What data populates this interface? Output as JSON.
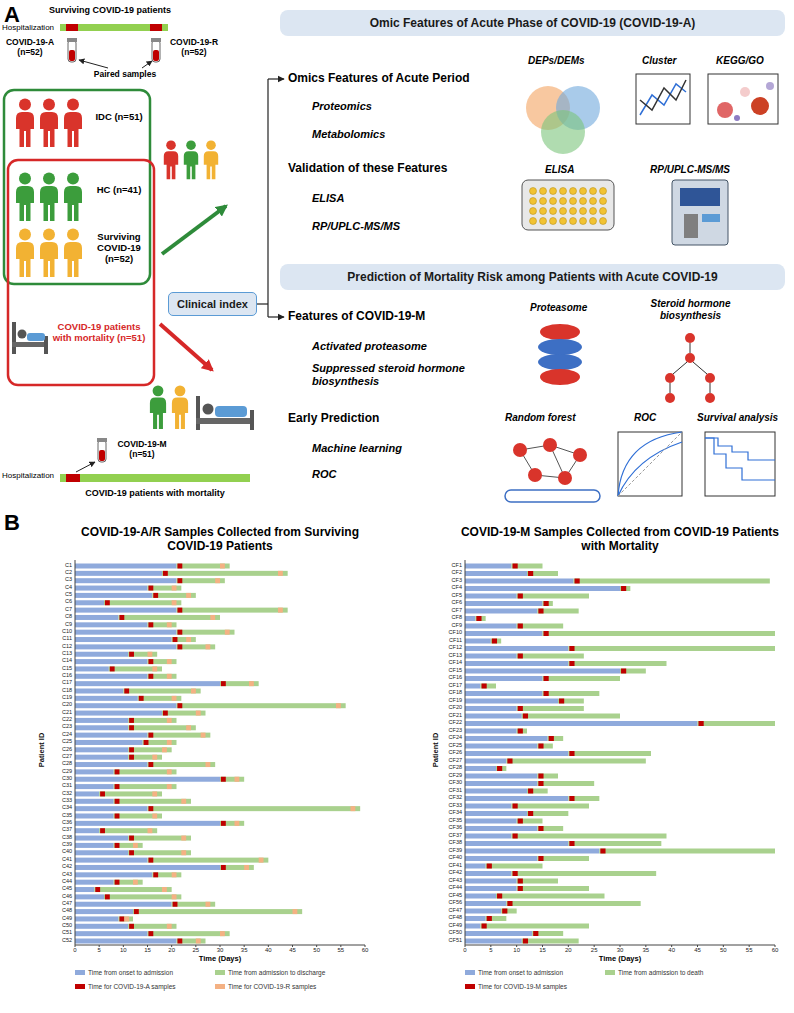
{
  "diagram": {
    "nodes": [
      {
        "text": [
          "Omic Features of Acute Phase of COVID-19 (COVID-19-A)"
        ]
      },
      {
        "text": [
          "Clinical index"
        ]
      },
      {
        "text": [
          "Prediction of Mortality Risk among Patients with Acute COVID-19"
        ]
      }
    ],
    "labels": [
      "A",
      "Surviving COVID-19 patients",
      "Hospitalization",
      "COVID-19-A (n=52)",
      "COVID-19-R (n=52)",
      "Paired samples",
      "IDC (n=51)",
      "HC (n=41)",
      "Surviving COVID-19 (n=52)",
      "COVID-19 patients with mortality (n=51)",
      "COVID-19-M (n=51)",
      "Hospitalization",
      "COVID-19 patients with mortality",
      "Omics Features of Acute Period",
      "Proteomics",
      "Metabolomics",
      "Validation of these Features",
      "ELISA",
      "RP/UPLC-MS/MS",
      "DEPs/DEMs",
      "Cluster",
      "KEGG/GO",
      "ELISA",
      "RP/UPLC-MS/MS",
      "Features of COVID-19-M",
      "Activated proteasome",
      "Suppressed steroid hormone biosynthesis",
      "Early Prediction",
      "Machine learning",
      "ROC",
      "Proteasome",
      "Steroid hormone biosynthesis",
      "Random forest",
      "ROC",
      "Survival analysis",
      "B",
      "COVID-19-A/R Samples Collected from Surviving COVID-19 Patients",
      "COVID-19-M Samples Collected from COVID-19 Patients with Mortality",
      "Patient ID",
      "Time (Days)",
      "Patient ID",
      "Time (Days)",
      "0",
      "5",
      "10",
      "15",
      "20",
      "25",
      "30",
      "35",
      "40",
      "45",
      "50",
      "55",
      "60",
      "0",
      "5",
      "10",
      "15",
      "20",
      "25",
      "30",
      "35",
      "40",
      "45",
      "50",
      "55",
      "60",
      "C1",
      "C2",
      "C3",
      "C4",
      "C5",
      "C6",
      "C7",
      "C8",
      "C9",
      "C10",
      "C11",
      "C12",
      "C13",
      "C14",
      "C15",
      "C16",
      "C17",
      "C18",
      "C19",
      "C20",
      "C21",
      "C22",
      "C23",
      "C24",
      "C25",
      "C26",
      "C27",
      "C28",
      "C29",
      "C30",
      "C31",
      "C32",
      "C33",
      "C34",
      "C35",
      "C36",
      "C37",
      "C38",
      "C39",
      "C40",
      "C41",
      "C42",
      "C43",
      "C44",
      "C45",
      "C46",
      "C47",
      "C48",
      "C49",
      "C50",
      "C51",
      "C52",
      "CF1",
      "CF2",
      "CF3",
      "CF4",
      "CF5",
      "CF6",
      "CF7",
      "CF8",
      "CF9",
      "CF10",
      "CF11",
      "CF12",
      "CF13",
      "CF14",
      "CF15",
      "CF16",
      "CF17",
      "CF18",
      "CF19",
      "CF20",
      "CF21",
      "CF22",
      "CF23",
      "CF24",
      "CF25",
      "CF26",
      "CF27",
      "CF28",
      "CF29",
      "CF30",
      "CF31",
      "CF32",
      "CF33",
      "CF34",
      "CF35",
      "CF36",
      "CF37",
      "CF38",
      "CF39",
      "CF40",
      "CF41",
      "CF42",
      "CF43",
      "CF44",
      "CF45",
      "CF56",
      "CF47",
      "CF48",
      "CF49",
      "CF50",
      "CF51"
    ],
    "legend": [
      {
        "text": "Time from onset to admission",
        "color": "#8faadc"
      },
      {
        "text": "Time from admission to discharge",
        "color": "#a9d18e"
      },
      {
        "text": "Time for COVID-19-A samples",
        "color": "#c00000"
      },
      {
        "text": "Time for COVID-19-R samples",
        "color": "#f4b183"
      },
      {
        "text": "Time from onset to admission",
        "color": "#8faadc"
      },
      {
        "text": "Time from admission to death",
        "color": "#a9d18e"
      },
      {
        "text": "Time for COVID-19-M samples",
        "color": "#c00000"
      }
    ]
  }
}
